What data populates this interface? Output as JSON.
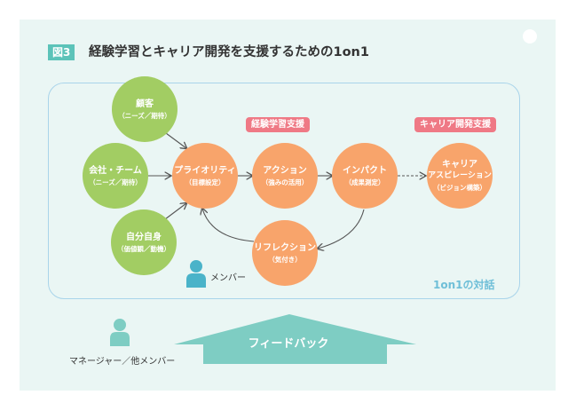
{
  "figure": {
    "tag": "図3",
    "title": "経験学習とキャリア開発を支援するための1on1"
  },
  "nodes": {
    "customer": {
      "main": "顧客",
      "sub": "（ニーズ／期待）"
    },
    "company_team": {
      "main": "会社・チーム",
      "sub": "（ニーズ／期待）"
    },
    "self": {
      "main": "自分自身",
      "sub": "（価値観／動機）"
    },
    "priority": {
      "main": "プライオリティ",
      "sub": "（目標設定）"
    },
    "action": {
      "main": "アクション",
      "sub": "（強みの活用）"
    },
    "impact": {
      "main": "インパクト",
      "sub": "（成果測定）"
    },
    "reflection": {
      "main": "リフレクション",
      "sub": "（気付き）"
    },
    "aspiration": {
      "main_line1": "キャリア",
      "main_line2": "アスピレーション",
      "sub": "（ビジョン構築）"
    }
  },
  "labels": {
    "experiential_support": "経験学習支援",
    "career_support": "キャリア開発支援",
    "member": "メンバー",
    "one_on_one": "1on1の対話",
    "manager": "マネージャー／他メンバー",
    "feedback": "フィードバック"
  },
  "colors": {
    "green_node": "#a2cd63",
    "orange_node": "#f8a46b",
    "pink_label": "#ef7985",
    "teal": "#5cc3b9",
    "feedback": "#7ecdc3",
    "dialog_border": "#a9d4ea",
    "person_icon": "#4ab3c9"
  }
}
